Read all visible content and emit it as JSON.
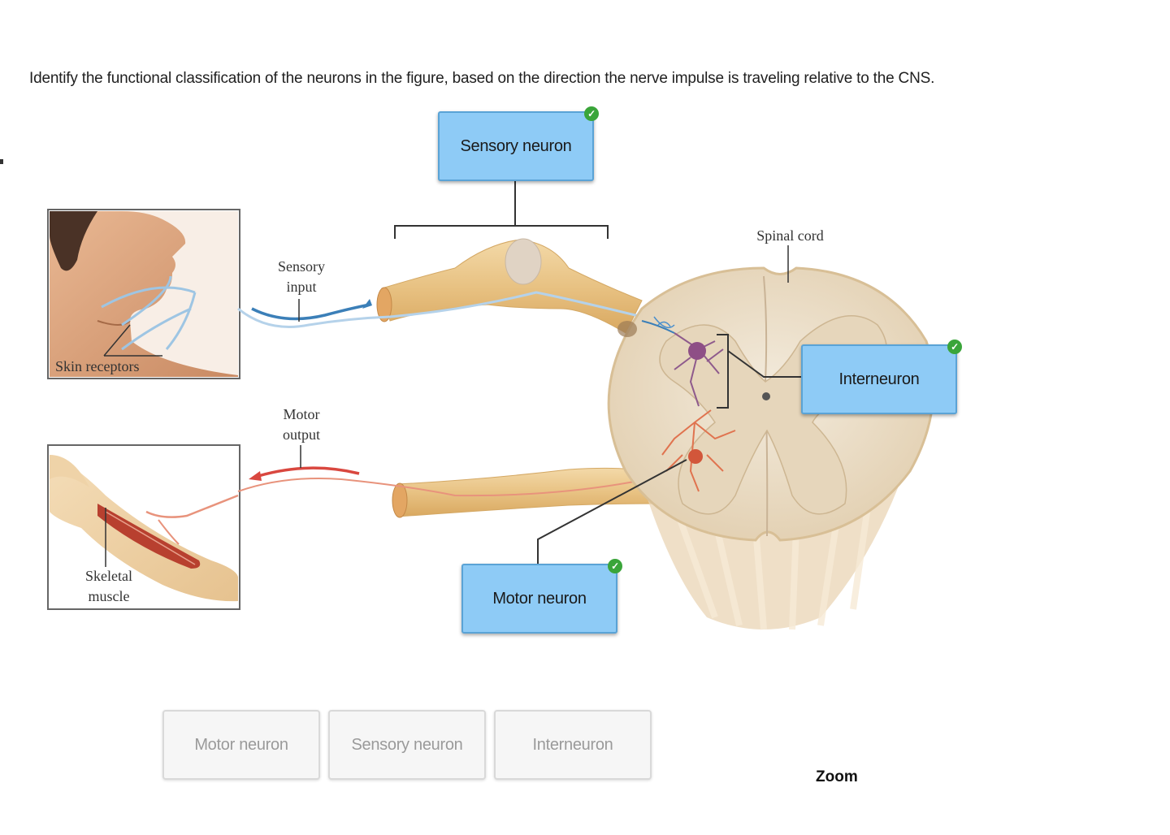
{
  "question": {
    "text": "Identify the functional classification of the neurons in the figure, based on the direction the nerve impulse is traveling relative to the CNS."
  },
  "figure_labels": {
    "skin_receptors": "Skin receptors",
    "sensory_input": "Sensory input",
    "motor_output": "Motor output",
    "skeletal_muscle": "Skeletal muscle",
    "spinal_cord": "Spinal cord"
  },
  "placed_answers": [
    {
      "label": "Sensory neuron",
      "status": "correct",
      "status_icon": "check-circle-icon"
    },
    {
      "label": "Interneuron",
      "status": "correct",
      "status_icon": "check-circle-icon"
    },
    {
      "label": "Motor neuron",
      "status": "correct",
      "status_icon": "check-circle-icon"
    }
  ],
  "answer_choices": [
    {
      "label": "Motor neuron"
    },
    {
      "label": "Sensory neuron"
    },
    {
      "label": "Interneuron"
    }
  ],
  "zoom_label": "Zoom",
  "colors": {
    "drop_box_fill": "#8ecbf6",
    "check_green": "#3aa53a",
    "sensory_arrow": "#3b7fb8",
    "motor_arrow": "#d9473f"
  }
}
